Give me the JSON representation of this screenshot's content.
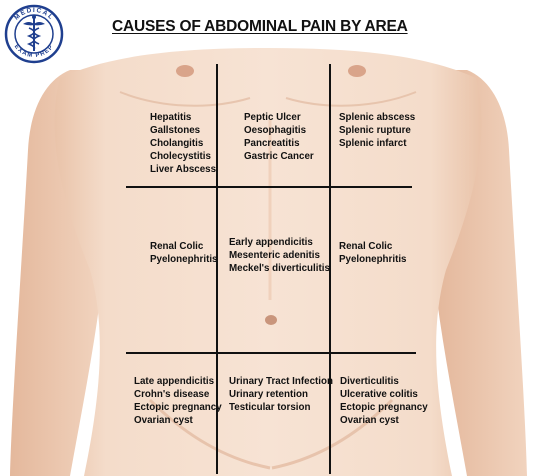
{
  "title": "CAUSES OF ABDOMINAL PAIN BY AREA",
  "logo": {
    "top_text": "MEDICAL",
    "bottom_text": "EXAM PREP",
    "icon": "caduceus-icon",
    "color": "#1f3f8f"
  },
  "colors": {
    "skin": "#f2d7c3",
    "skin_shadow": "#e2bba2",
    "grid": "#111111",
    "text": "#111111"
  },
  "regions": {
    "right_upper": [
      "Hepatitis",
      "Gallstones",
      "Cholangitis",
      "Cholecystitis",
      "Liver Abscess"
    ],
    "epigastric": [
      "Peptic Ulcer",
      "Oesophagitis",
      "Pancreatitis",
      "Gastric Cancer"
    ],
    "left_upper": [
      "Splenic abscess",
      "Splenic rupture",
      "Splenic infarct"
    ],
    "right_flank": [
      "Renal Colic",
      "Pyelonephritis"
    ],
    "umbilical": [
      "Early appendicitis",
      "Mesenteric adenitis",
      "Meckel's diverticulitis"
    ],
    "left_flank": [
      "Renal Colic",
      "Pyelonephritis"
    ],
    "right_lower": [
      "Late appendicitis",
      "Crohn's disease",
      "Ectopic pregnancy",
      "Ovarian cyst"
    ],
    "suprapubic": [
      "Urinary Tract Infection",
      "Urinary retention",
      "Testicular torsion"
    ],
    "left_lower": [
      "Diverticulitis",
      "Ulcerative colitis",
      "Ectopic pregnancy",
      "Ovarian cyst"
    ]
  }
}
